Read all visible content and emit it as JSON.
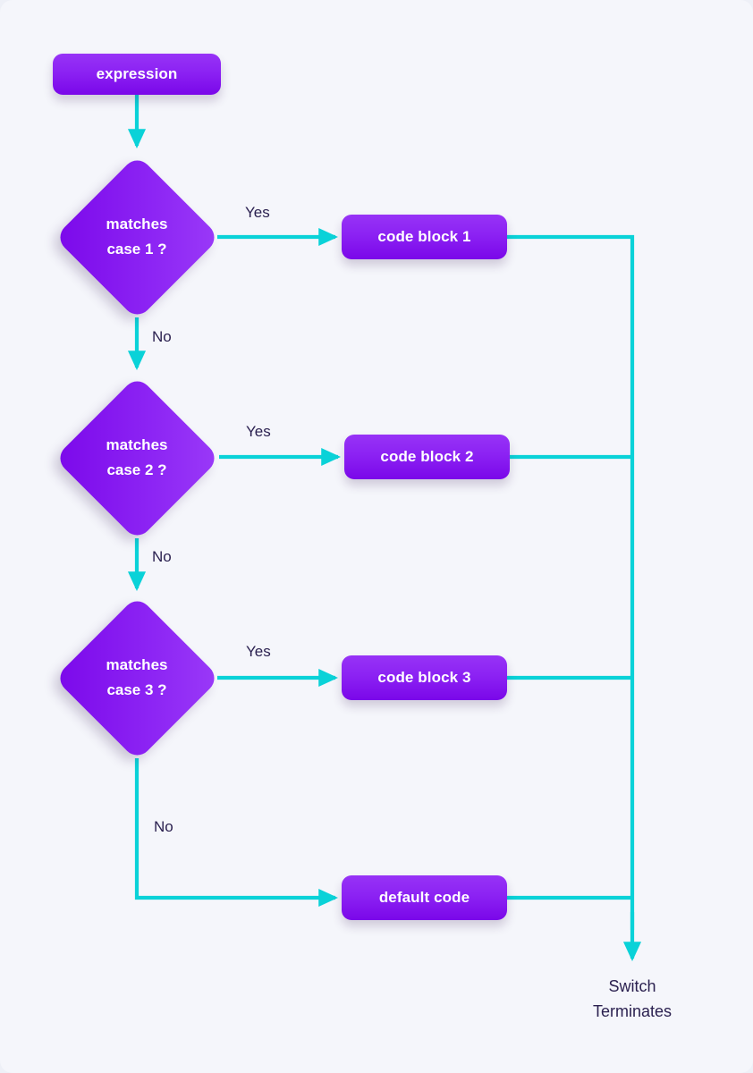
{
  "diagram": {
    "title": "switch statement flowchart",
    "background_color": "#f5f6fb",
    "node_color": "#8b22f3",
    "edge_color": "#0ad2d8",
    "label_color": "#2b2150"
  },
  "nodes": {
    "expression": {
      "label": "expression",
      "type": "terminal"
    },
    "decision1": {
      "line1": "matches",
      "line2": "case 1 ?",
      "type": "decision"
    },
    "decision2": {
      "line1": "matches",
      "line2": "case 2 ?",
      "type": "decision"
    },
    "decision3": {
      "line1": "matches",
      "line2": "case 3 ?",
      "type": "decision"
    },
    "block1": {
      "label": "code block 1",
      "type": "process"
    },
    "block2": {
      "label": "code block 2",
      "type": "process"
    },
    "block3": {
      "label": "code block 3",
      "type": "process"
    },
    "default": {
      "label": "default code",
      "type": "process"
    }
  },
  "edge_labels": {
    "yes1": "Yes",
    "yes2": "Yes",
    "yes3": "Yes",
    "no1": "No",
    "no2": "No",
    "no3": "No"
  },
  "terminus": {
    "line1": "Switch",
    "line2": "Terminates"
  }
}
